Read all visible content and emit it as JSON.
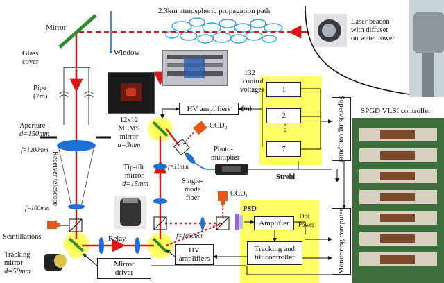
{
  "colors": {
    "beam": "#d81818",
    "highlight": "#ffff66",
    "mirror_green": "#2e8b2e",
    "lens_blue": "#1f6fd8",
    "bubble_blue": "#2aa6df",
    "ccd_orange": "#e05a1a"
  },
  "labels": {
    "propagation": "2.3km atmospheric propagation path",
    "mirror": "Mirror",
    "window": "Window",
    "glass_cover_1": "Glass",
    "glass_cover_2": "cover",
    "pipe_1": "Pipe",
    "pipe_2": "(7m)",
    "aperture_1": "Aperture",
    "aperture_2": "d=150mm",
    "f1200": "f=1200mm",
    "receiver_telescope": "Receiver telescope",
    "f100": "f=100mm",
    "scintillations": "Scintillations",
    "tracking_1": "Tracking",
    "tracking_2": "mirror",
    "tracking_3": "d=50mm",
    "relay": "Relay",
    "mems_1": "12x12",
    "mems_2": "MEMS",
    "mems_3": "mirror",
    "mems_4": "a=3mm",
    "tiptilt_1": "Tip-tilt",
    "tiptilt_2": "mirror",
    "tiptilt_3": "d=15mm",
    "control_1": "132",
    "control_2": "control",
    "control_3": "voltages",
    "ui": "{uⱼ}",
    "ccd2": "CCD₂",
    "ccd1": "CCD₁",
    "f11": "f=11mm",
    "photo_1": "Photo-",
    "photo_2": "multiplier",
    "smf_1": "Single-",
    "smf_2": "mode",
    "smf_3": "fiber",
    "strehl": "Strehl",
    "f1000": "f=1000mm",
    "psd": "PSD",
    "opt_power_1": "Opt.",
    "opt_power_2": "Power",
    "beacon_1": "Laser beacon",
    "beacon_2": "with diffuser",
    "beacon_3": "on water tower",
    "spgd": "SPGD VLSI controller"
  },
  "boxes": {
    "hv_amp_top": "HV amplifiers",
    "hv_amp_bottom_1": "HV",
    "hv_amp_bottom_2": "amplifiers",
    "mirror_driver_1": "Mirror",
    "mirror_driver_2": "driver",
    "amplifier": "Amplifier",
    "tracking_ctrl_1": "Tracking and",
    "tracking_ctrl_2": "tilt controller",
    "supervising": "Supervising computer",
    "monitoring": "Monitoring computer",
    "chip_1": "1",
    "chip_2": "2",
    "chip_dots": "⋮",
    "chip_7": "7"
  }
}
